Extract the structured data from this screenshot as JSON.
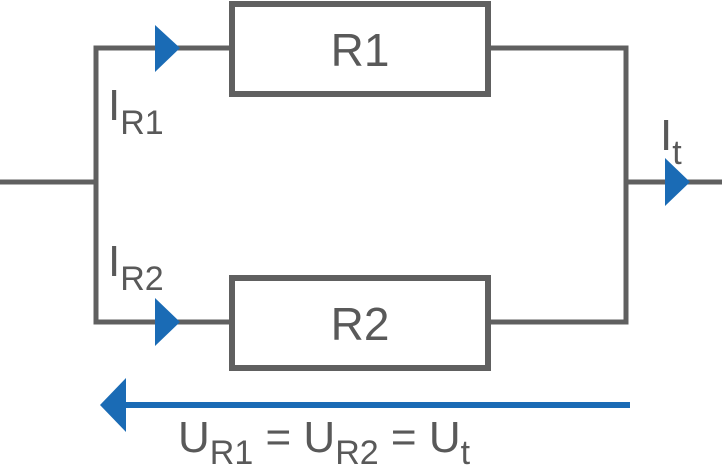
{
  "resistors": [
    {
      "label": "R1"
    },
    {
      "label": "R2"
    }
  ],
  "currents": {
    "i_r1": {
      "symbol": "I",
      "subscript": "R1"
    },
    "i_r2": {
      "symbol": "I",
      "subscript": "R2"
    },
    "i_total": {
      "symbol": "I",
      "subscript": "t"
    }
  },
  "voltage_equation": {
    "u1": {
      "symbol": "U",
      "subscript": "R1"
    },
    "eq1": " = ",
    "u2": {
      "symbol": "U",
      "subscript": "R2"
    },
    "eq2": " = ",
    "u3": {
      "symbol": "U",
      "subscript": "t"
    }
  },
  "colors": {
    "wire": "#606060",
    "arrow": "#1a6bb5",
    "text": "#595959"
  }
}
